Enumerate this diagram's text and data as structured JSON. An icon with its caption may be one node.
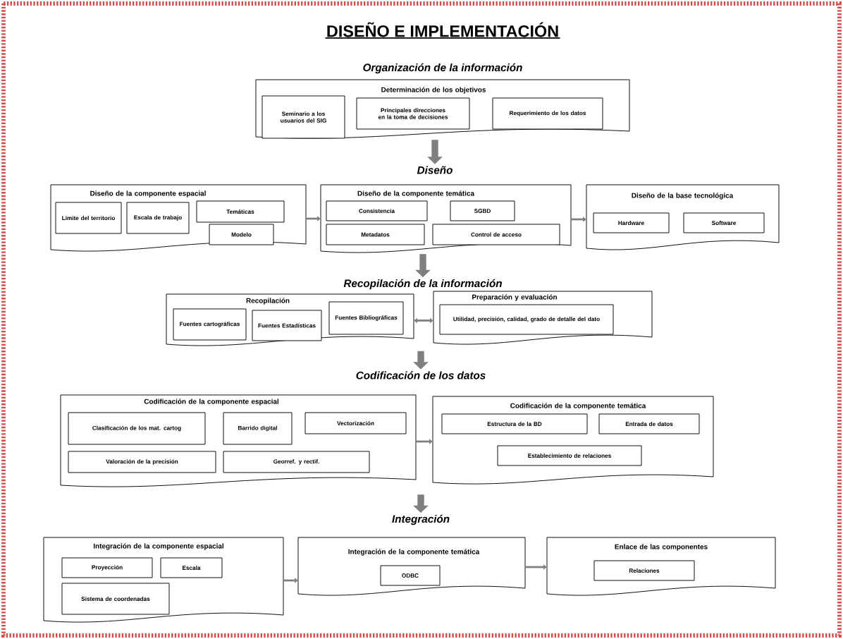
{
  "diagram": {
    "title": "DISEÑO E IMPLEMENTACIÓN",
    "nodes": [
      {
        "text": [
          "Organización de la información",
          "Determinación de los objetivos"
        ]
      },
      {
        "text": [
          "Seminario a los usuarios del SIG"
        ],
        "in": 0
      },
      {
        "text": [
          "Principales direcciones en la toma de decisiones"
        ],
        "in": 0
      },
      {
        "text": [
          "Requerimiento de los datos"
        ],
        "in": 0
      },
      {
        "text": [
          "Diseño"
        ]
      },
      {
        "text": [
          "Diseño de la componente espacial"
        ]
      },
      {
        "text": [
          "Límite del territorio"
        ],
        "in": 5
      },
      {
        "text": [
          "Escala de trabajo"
        ],
        "in": 5
      },
      {
        "text": [
          "Temáticas"
        ],
        "in": 5
      },
      {
        "text": [
          "Modelo"
        ],
        "in": 5
      },
      {
        "text": [
          "Diseño de la componente temática"
        ]
      },
      {
        "text": [
          "Consistencia"
        ],
        "in": 10
      },
      {
        "text": [
          "SGBD"
        ],
        "in": 10
      },
      {
        "text": [
          "Metadatos"
        ],
        "in": 10
      },
      {
        "text": [
          "Control de acceso"
        ],
        "in": 10
      },
      {
        "text": [
          "Diseño de la base tecnológica"
        ]
      },
      {
        "text": [
          "Hardware"
        ],
        "in": 15
      },
      {
        "text": [
          "Software"
        ],
        "in": 15
      },
      {
        "text": [
          "Recopilación de la información"
        ]
      },
      {
        "text": [
          "Recopilación"
        ]
      },
      {
        "text": [
          "Fuentes cartográficas"
        ],
        "in": 19
      },
      {
        "text": [
          "Fuentes Estadísticas"
        ],
        "in": 19
      },
      {
        "text": [
          "Fuentes Bibliográficas"
        ],
        "in": 19
      },
      {
        "text": [
          "Preparación y evaluación"
        ]
      },
      {
        "text": [
          "Utilidad, precisión, calidad, grado de detalle del dato"
        ],
        "in": 23
      },
      {
        "text": [
          "Codificación de los datos"
        ]
      },
      {
        "text": [
          "Codificación de la componente espacial"
        ]
      },
      {
        "text": [
          "Clasificación de los mat. cartog"
        ],
        "in": 26
      },
      {
        "text": [
          "Barrido digital"
        ],
        "in": 26
      },
      {
        "text": [
          "Vectorización"
        ],
        "in": 26
      },
      {
        "text": [
          "Valoración de la precisión"
        ],
        "in": 26
      },
      {
        "text": [
          "Georref. y rectif."
        ],
        "in": 26
      },
      {
        "text": [
          "Codificación de la componente temática"
        ]
      },
      {
        "text": [
          "Estructura de la BD"
        ],
        "in": 32
      },
      {
        "text": [
          "Entrada de datos"
        ],
        "in": 32
      },
      {
        "text": [
          "Establecimiento de relaciones"
        ],
        "in": 32
      },
      {
        "text": [
          "Integración"
        ]
      },
      {
        "text": [
          "Integración de la componente espacial"
        ]
      },
      {
        "text": [
          "Proyección"
        ],
        "in": 37
      },
      {
        "text": [
          "Escala"
        ],
        "in": 37
      },
      {
        "text": [
          "Sistema de coordenadas"
        ],
        "in": 37
      },
      {
        "text": [
          "Integración de la componente temática"
        ]
      },
      {
        "text": [
          "ODBC"
        ],
        "in": 41
      },
      {
        "text": [
          "Enlace de las componentes"
        ]
      },
      {
        "text": [
          "Relaciones"
        ],
        "in": 43
      }
    ],
    "edges": [
      {
        "from": 0,
        "to": 4,
        "arrow": "to",
        "style": "thick"
      },
      {
        "from": 5,
        "to": 10,
        "arrow": "to"
      },
      {
        "from": 10,
        "to": 15,
        "arrow": "to"
      },
      {
        "from": 10,
        "to": 18,
        "arrow": "to",
        "style": "thick"
      },
      {
        "from": 19,
        "to": 23,
        "arrow": "both"
      },
      {
        "from": null,
        "to": 25,
        "arrow": "to",
        "style": "thick"
      },
      {
        "from": 26,
        "to": 32,
        "arrow": "to"
      },
      {
        "from": null,
        "to": 36,
        "arrow": "to",
        "style": "thick"
      },
      {
        "from": 37,
        "to": 41,
        "arrow": "to"
      },
      {
        "from": 41,
        "to": 43,
        "arrow": "to"
      }
    ]
  }
}
